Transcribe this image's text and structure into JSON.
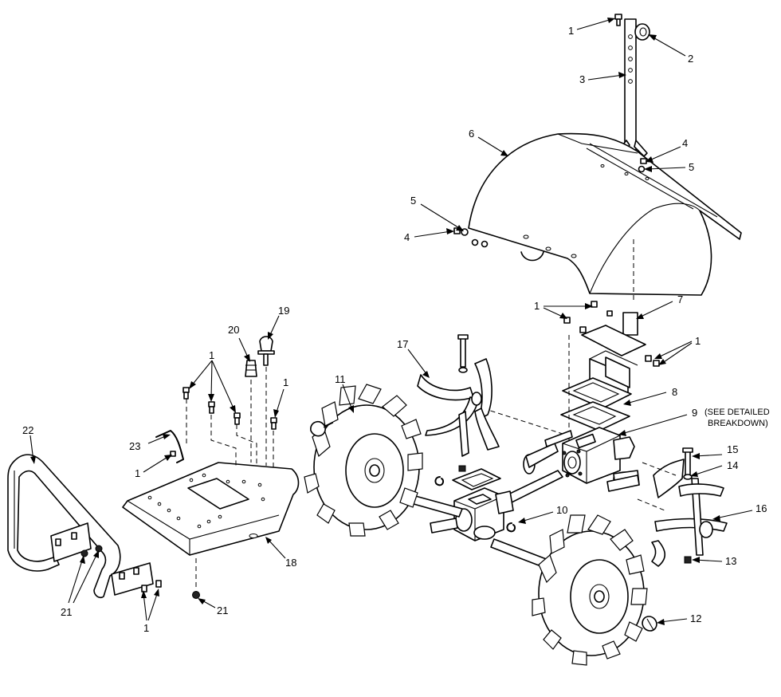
{
  "callouts": [
    {
      "id": "c1a",
      "text": "1"
    },
    {
      "id": "c2",
      "text": "2"
    },
    {
      "id": "c3",
      "text": "3"
    },
    {
      "id": "c4a",
      "text": "4"
    },
    {
      "id": "c5a",
      "text": "5"
    },
    {
      "id": "c6",
      "text": "6"
    },
    {
      "id": "c5b",
      "text": "5"
    },
    {
      "id": "c4b",
      "text": "4"
    },
    {
      "id": "c1b",
      "text": "1"
    },
    {
      "id": "c7",
      "text": "7"
    },
    {
      "id": "c1c",
      "text": "1"
    },
    {
      "id": "c17",
      "text": "17"
    },
    {
      "id": "c11",
      "text": "11"
    },
    {
      "id": "c8",
      "text": "8"
    },
    {
      "id": "c9",
      "text": "9"
    },
    {
      "id": "c19",
      "text": "19"
    },
    {
      "id": "c20",
      "text": "20"
    },
    {
      "id": "c1d",
      "text": "1"
    },
    {
      "id": "c1e",
      "text": "1"
    },
    {
      "id": "c22",
      "text": "22"
    },
    {
      "id": "c23",
      "text": "23"
    },
    {
      "id": "c1f",
      "text": "1"
    },
    {
      "id": "c18",
      "text": "18"
    },
    {
      "id": "c21a",
      "text": "21"
    },
    {
      "id": "c21b",
      "text": "21"
    },
    {
      "id": "c1g",
      "text": "1"
    },
    {
      "id": "c15",
      "text": "15"
    },
    {
      "id": "c14",
      "text": "14"
    },
    {
      "id": "c16",
      "text": "16"
    },
    {
      "id": "c13",
      "text": "13"
    },
    {
      "id": "c10",
      "text": "10"
    },
    {
      "id": "c12",
      "text": "12"
    }
  ],
  "note": {
    "line1": "(SEE DETAILED",
    "line2": "BREAKDOWN)"
  }
}
